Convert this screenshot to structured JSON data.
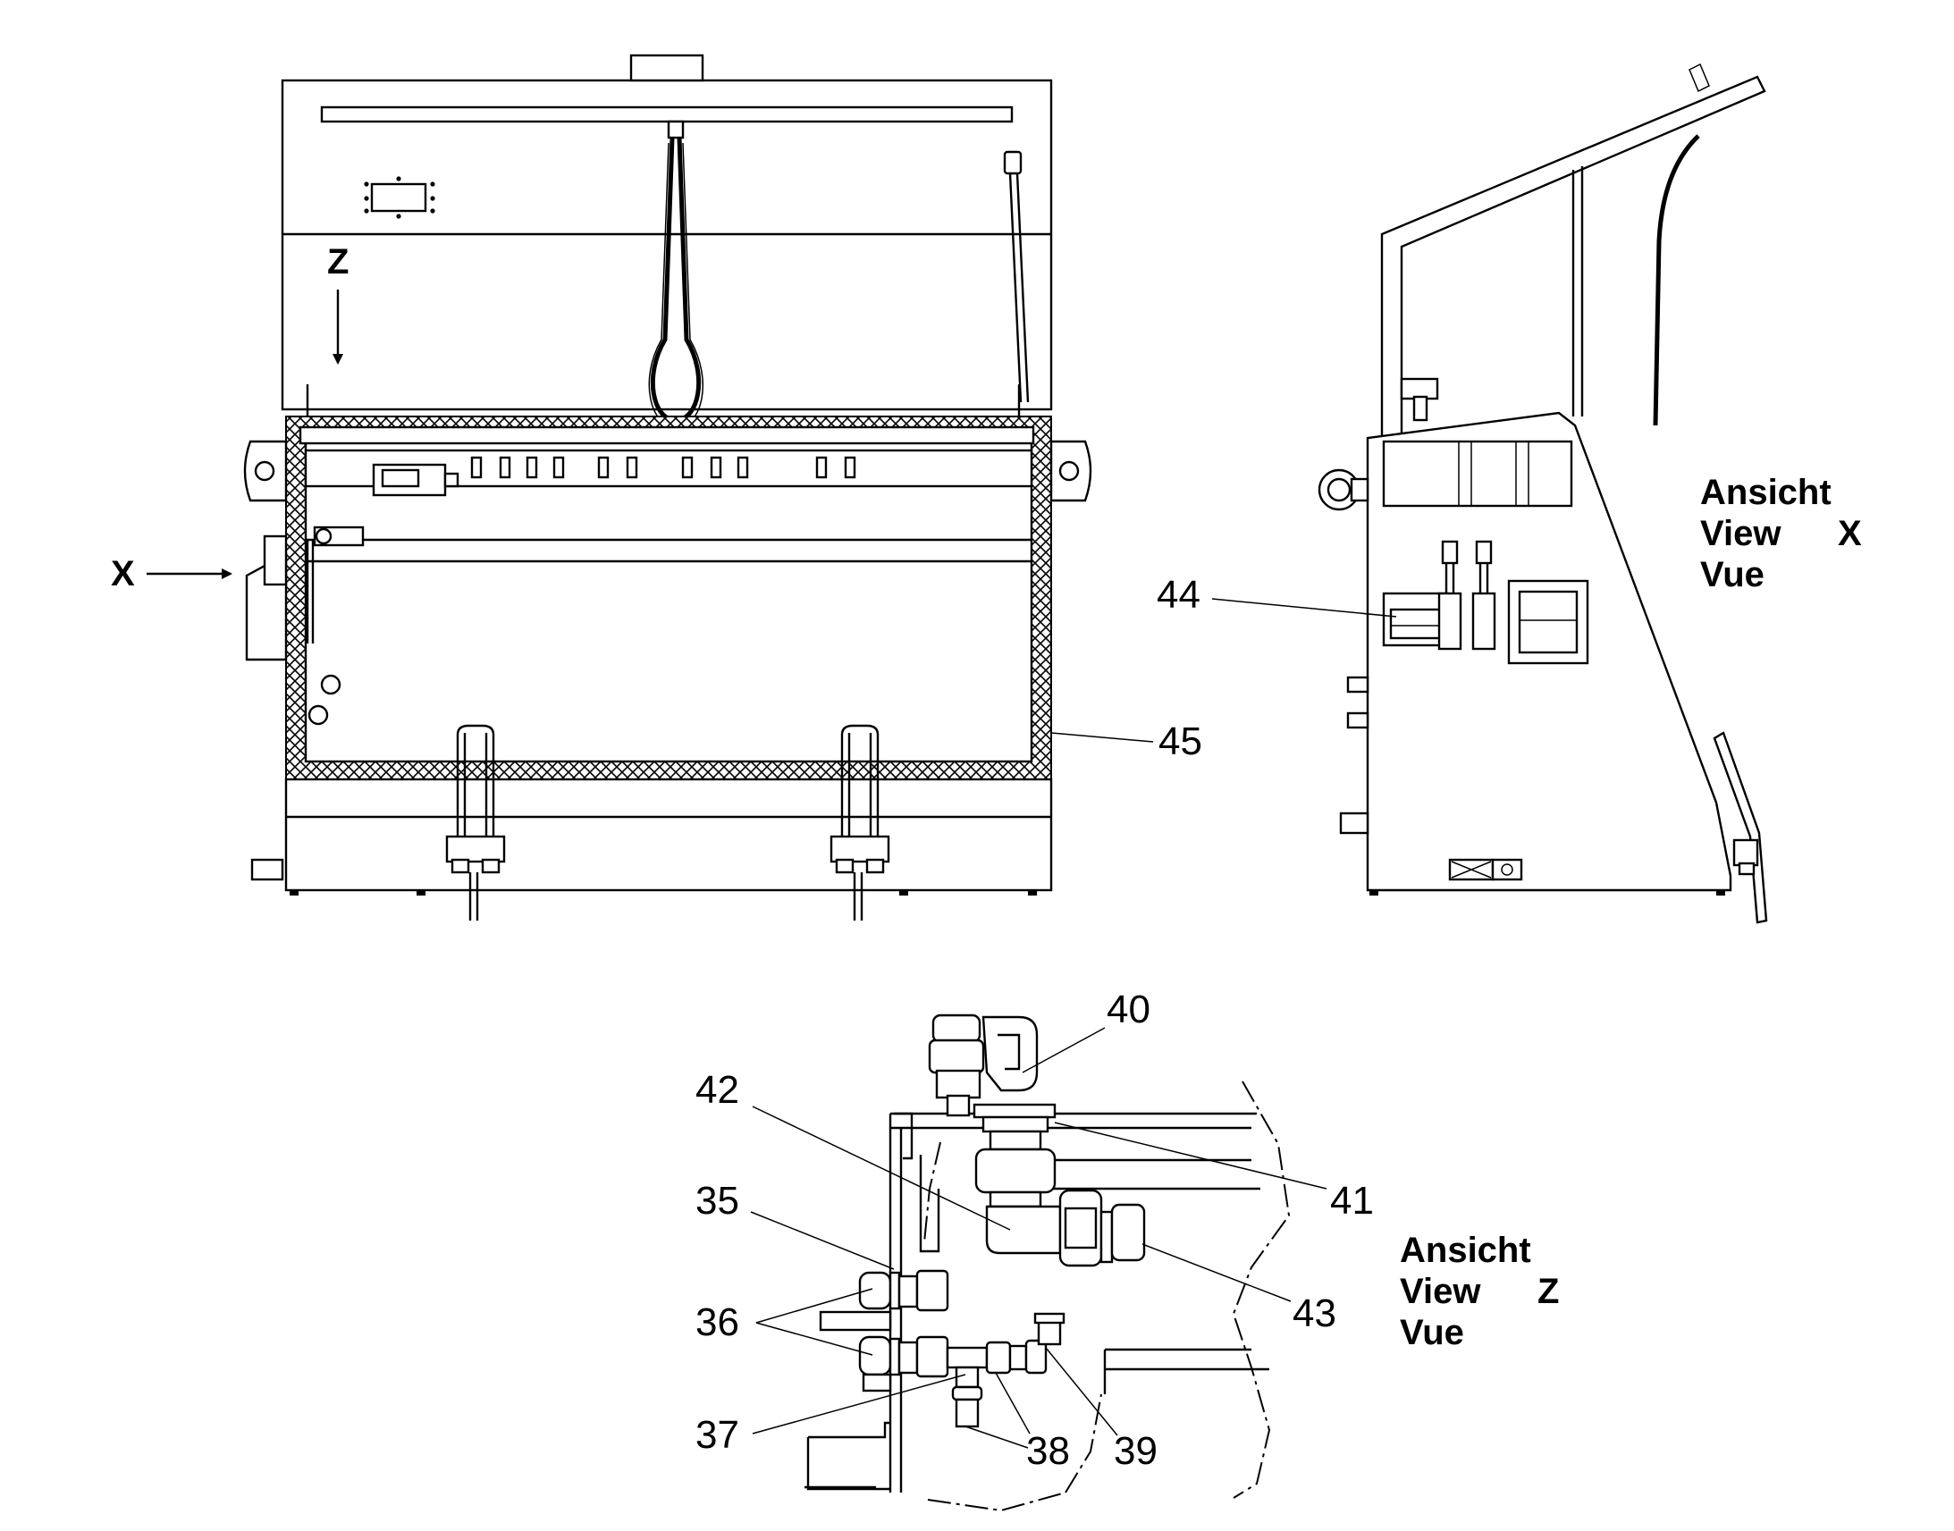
{
  "colors": {
    "ink": "#000000",
    "paper": "#ffffff"
  },
  "views": {
    "x_marker": "X",
    "z_marker": "Z",
    "view_x": {
      "line1": "Ansicht",
      "line2": "View",
      "line3": "Vue",
      "letter": "X"
    },
    "view_z": {
      "line1": "Ansicht",
      "line2": "View",
      "line3": "Vue",
      "letter": "Z"
    }
  },
  "callouts": {
    "c35": "35",
    "c36": "36",
    "c37": "37",
    "c38": "38",
    "c39": "39",
    "c40": "40",
    "c41": "41",
    "c42": "42",
    "c43": "43",
    "c44": "44",
    "c45": "45"
  }
}
